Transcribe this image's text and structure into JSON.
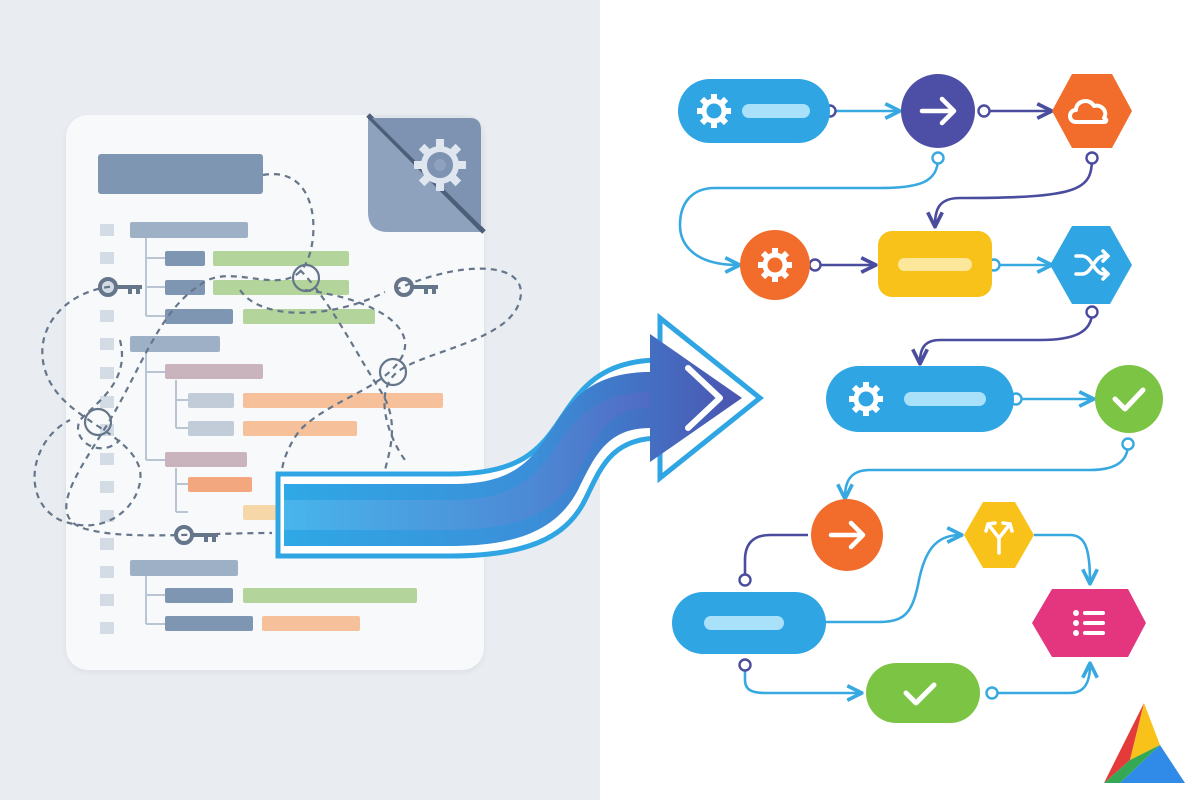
{
  "colors": {
    "blue": "#2fa6e3",
    "indigo": "#4d4fa6",
    "orange": "#f26d2b",
    "yellow": "#f8c21b",
    "green": "#7cc443",
    "pink": "#e4367e",
    "line_blue": "#38a9e0",
    "line_indigo": "#4a4c9e",
    "doc_bar": "#7f96b3",
    "doc_green": "#b3d49a",
    "doc_orange": "#f6c19a",
    "doc_mauve": "#c9b4bd",
    "dashed": "#66768a"
  },
  "config_document": {
    "title_bar": "",
    "has_gear_corner": true,
    "key_icons": 3
  },
  "transform_arrow": {
    "direction": "right"
  },
  "workflow": {
    "nodes": [
      {
        "id": "n1",
        "shape": "pill",
        "color": "blue",
        "icon": "gear-icon"
      },
      {
        "id": "n2",
        "shape": "circle",
        "color": "indigo",
        "icon": "arrow-right-icon"
      },
      {
        "id": "n3",
        "shape": "hexagon",
        "color": "orange",
        "icon": "cloud-icon"
      },
      {
        "id": "n4",
        "shape": "circle",
        "color": "orange",
        "icon": "gear-icon"
      },
      {
        "id": "n5",
        "shape": "rect",
        "color": "yellow",
        "icon": ""
      },
      {
        "id": "n6",
        "shape": "hexagon",
        "color": "blue",
        "icon": "shuffle-icon"
      },
      {
        "id": "n7",
        "shape": "pill",
        "color": "blue",
        "icon": "gear-icon"
      },
      {
        "id": "n8",
        "shape": "circle",
        "color": "green",
        "icon": "check-icon"
      },
      {
        "id": "n9",
        "shape": "circle",
        "color": "orange",
        "icon": "arrow-right-icon"
      },
      {
        "id": "n10",
        "shape": "hexagon",
        "color": "yellow",
        "icon": "split-icon"
      },
      {
        "id": "n11",
        "shape": "pill",
        "color": "blue",
        "icon": ""
      },
      {
        "id": "n12",
        "shape": "hexagon",
        "color": "pink",
        "icon": "list-icon"
      },
      {
        "id": "n13",
        "shape": "pill",
        "color": "green",
        "icon": "check-icon"
      }
    ],
    "edges": [
      [
        "n1",
        "n2"
      ],
      [
        "n2",
        "n3"
      ],
      [
        "n2",
        "n4"
      ],
      [
        "n3",
        "n5"
      ],
      [
        "n4",
        "n5"
      ],
      [
        "n5",
        "n6"
      ],
      [
        "n6",
        "n7"
      ],
      [
        "n7",
        "n8"
      ],
      [
        "n8",
        "n9"
      ],
      [
        "n9",
        "n11"
      ],
      [
        "n11",
        "n10"
      ],
      [
        "n10",
        "n12"
      ],
      [
        "n11",
        "n13"
      ],
      [
        "n13",
        "n12"
      ]
    ]
  },
  "logo": {
    "name": "triangle-logo",
    "colors": [
      "#e43a3a",
      "#f8c21b",
      "#34a853",
      "#2f8ae8"
    ]
  }
}
